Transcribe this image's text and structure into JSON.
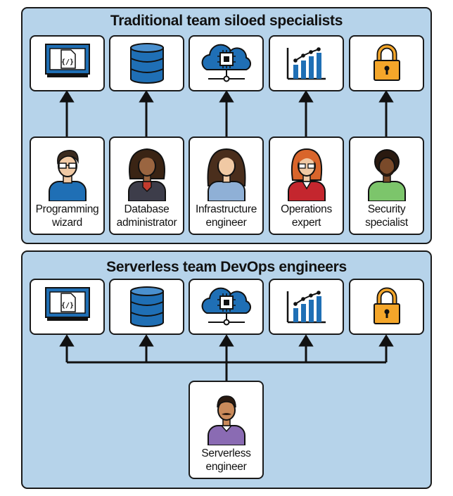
{
  "diagram": {
    "top_panel": {
      "title": "Traditional team siloed specialists",
      "roles": [
        {
          "line1": "Programming",
          "line2": "wizard",
          "icon": "code-monitor-icon"
        },
        {
          "line1": "Database",
          "line2": "administrator",
          "icon": "database-icon"
        },
        {
          "line1": "Infrastructure",
          "line2": "engineer",
          "icon": "cloud-chip-icon"
        },
        {
          "line1": "Operations",
          "line2": "expert",
          "icon": "bar-chart-icon"
        },
        {
          "line1": "Security",
          "line2": "specialist",
          "icon": "padlock-icon"
        }
      ]
    },
    "bottom_panel": {
      "title": "Serverless team DevOps engineers",
      "engineer": {
        "line1": "Serverless",
        "line2": "engineer"
      }
    },
    "code_glyph": "{/}",
    "colors": {
      "panel_fill": "#b6d3ea",
      "icon_blue": "#1f6fb5",
      "lock_orange": "#f4a62a",
      "border": "#1a1a1a"
    }
  }
}
